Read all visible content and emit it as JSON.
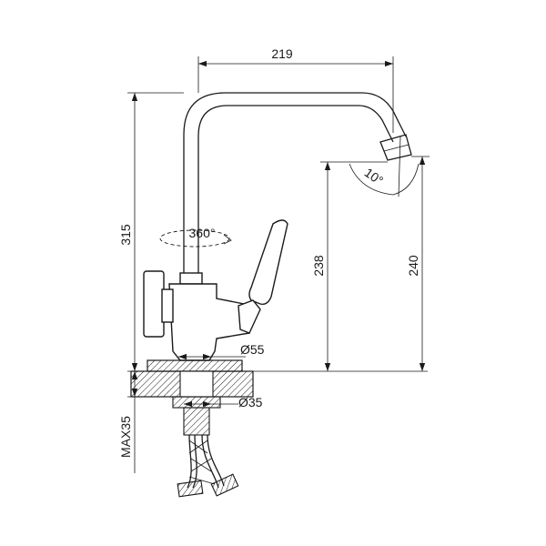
{
  "dimensions": {
    "reach": "219",
    "total_height": "315",
    "rotation": "360°",
    "spout_angle": "10°",
    "spout_height": "238",
    "outlet_height": "240",
    "base_diameter": "Ø55",
    "thread_diameter": "Ø35",
    "max_countertop": "MAX35"
  }
}
